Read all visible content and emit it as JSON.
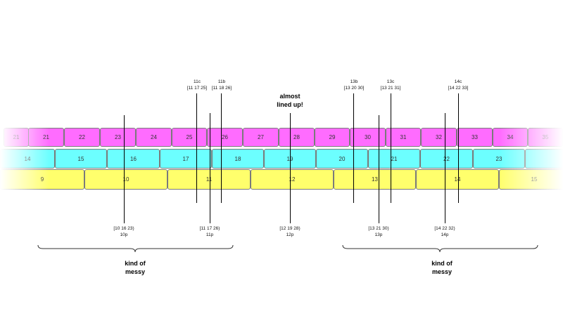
{
  "rows": {
    "pink": [
      "21",
      "22",
      "23",
      "24",
      "25",
      "26",
      "27",
      "28",
      "29",
      "30",
      "31",
      "32",
      "33",
      "34",
      "35"
    ],
    "cyan": [
      "14",
      "15",
      "16",
      "17",
      "18",
      "19",
      "20",
      "21",
      "22",
      "23"
    ],
    "yellow": [
      "9",
      "10",
      "11",
      "12",
      "13",
      "14",
      "15"
    ]
  },
  "top_labels": {
    "l11c": {
      "name": "11c",
      "value": "[11 17 25]"
    },
    "l11b": {
      "name": "11b",
      "value": "[11 18 26]"
    },
    "l13b": {
      "name": "13b",
      "value": "[13 20 30]"
    },
    "l13c": {
      "name": "13c",
      "value": "[13 21 31]"
    },
    "l14c": {
      "name": "14c",
      "value": "[14 22 33]"
    }
  },
  "bottom_labels": {
    "l10p": {
      "value": "[10 16 23)",
      "name": "10p"
    },
    "l11p": {
      "value": "[11 17 26)",
      "name": "11p"
    },
    "l12p": {
      "value": "[12 19 28)",
      "name": "12p"
    },
    "l13p": {
      "value": "[13 21 30)",
      "name": "13p"
    },
    "l14p": {
      "value": "[14 22 32)",
      "name": "14p"
    }
  },
  "notes": {
    "center_line1": "almost",
    "center_line2": "lined up!",
    "left_line1": "kind of",
    "left_line2": "messy",
    "right_line1": "kind of",
    "right_line2": "messy"
  }
}
